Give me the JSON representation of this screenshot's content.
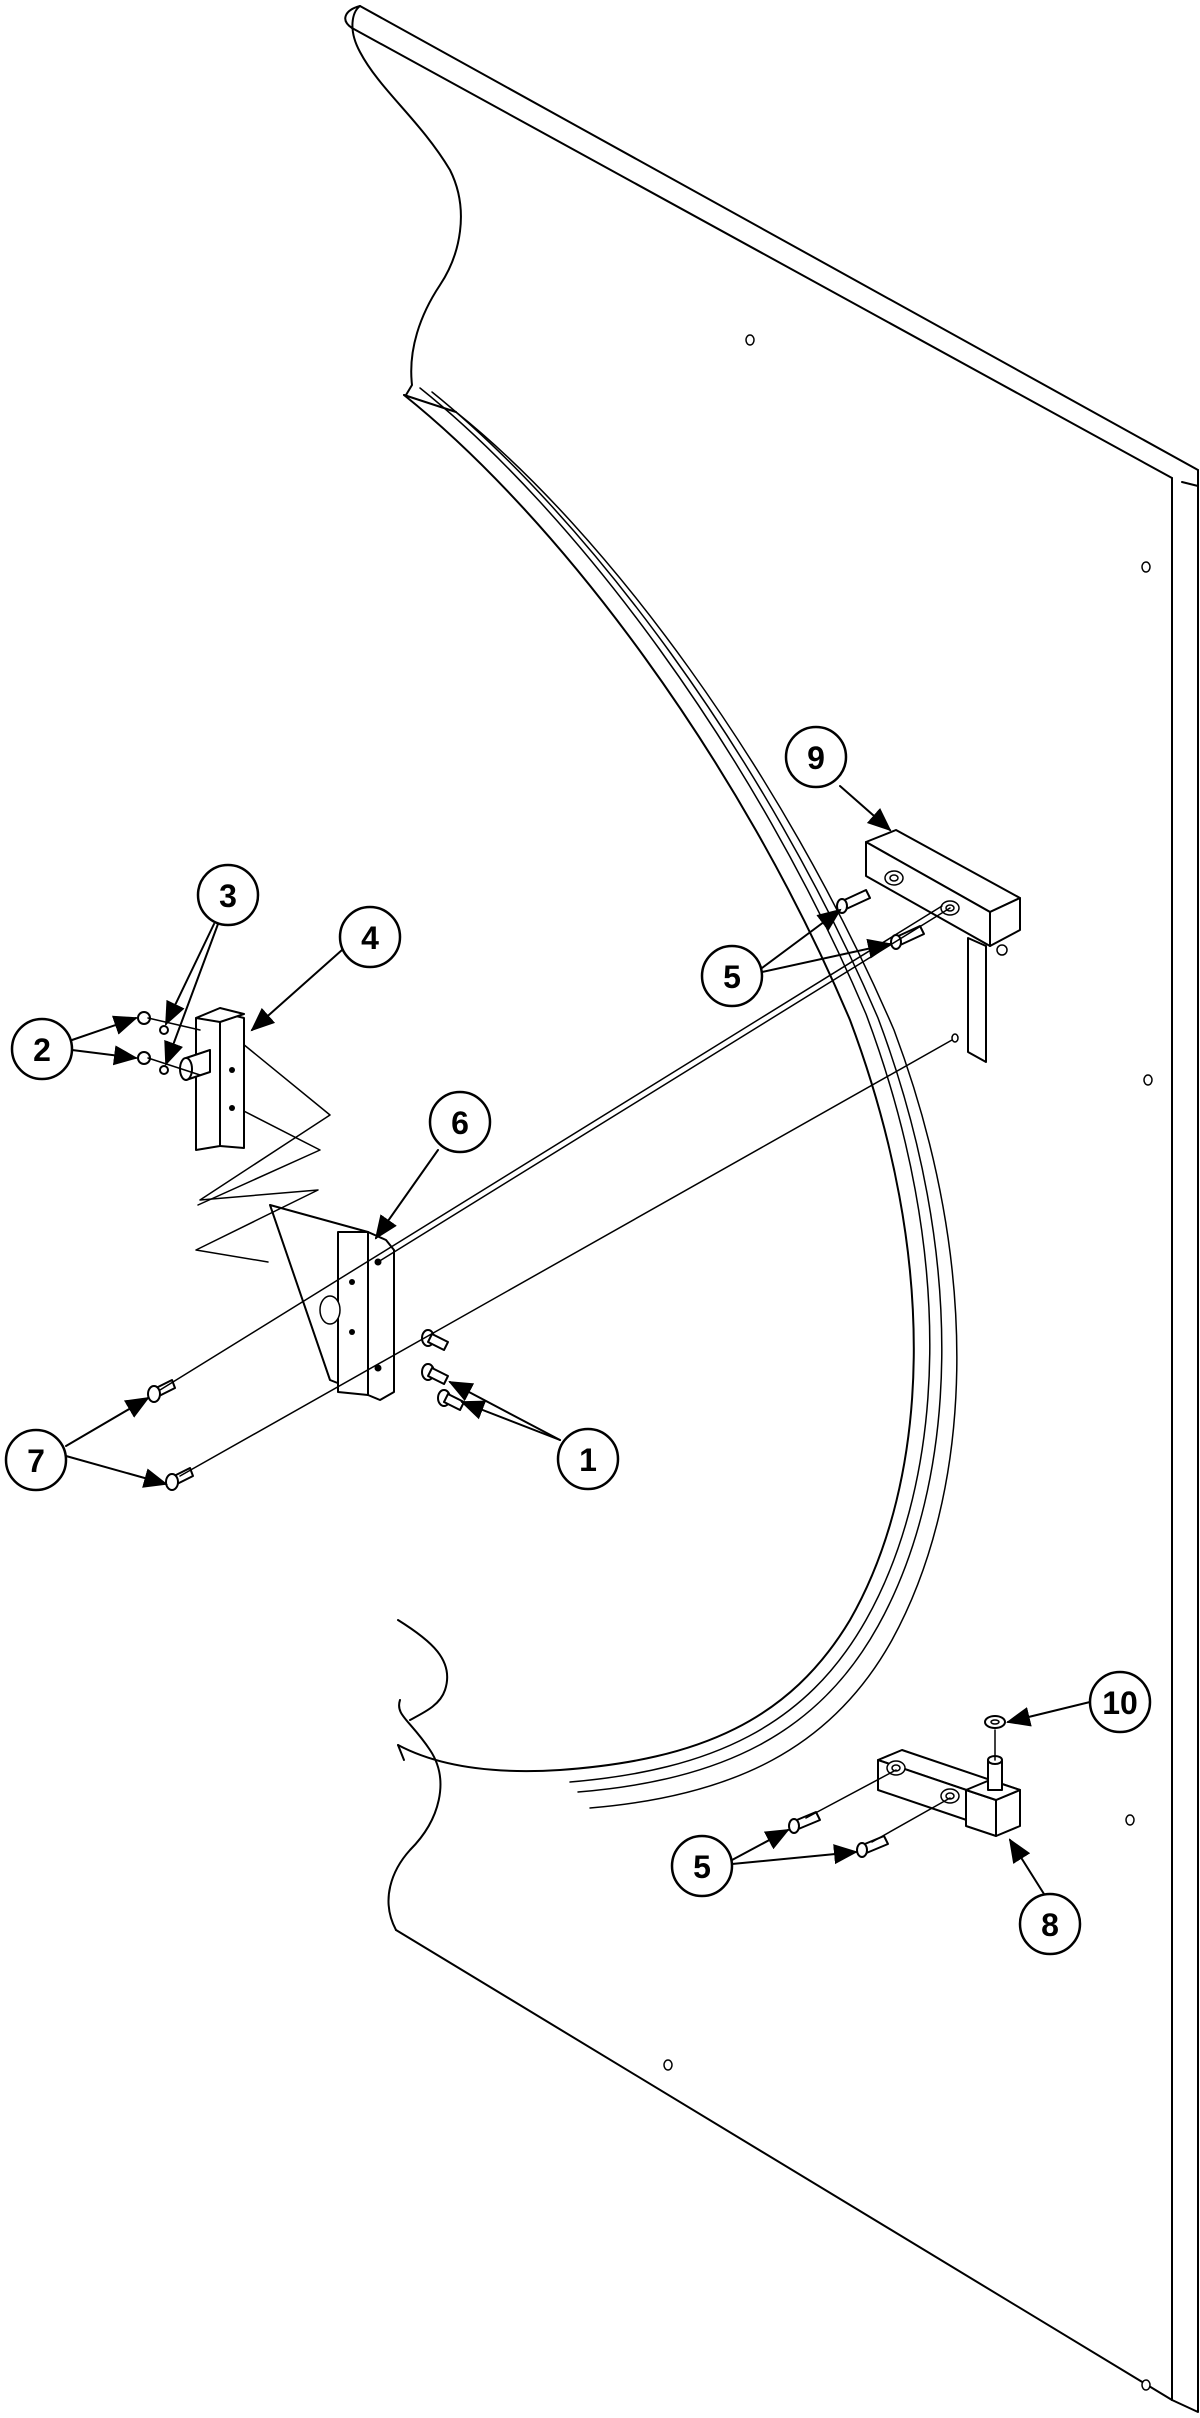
{
  "diagram": {
    "colors": {
      "line": "#000000",
      "background": "#ffffff"
    },
    "callouts": {
      "c1": "1",
      "c2": "2",
      "c3": "3",
      "c4": "4",
      "c5a": "5",
      "c5b": "5",
      "c6": "6",
      "c7": "7",
      "c8": "8",
      "c9": "9",
      "c10": "10"
    }
  }
}
